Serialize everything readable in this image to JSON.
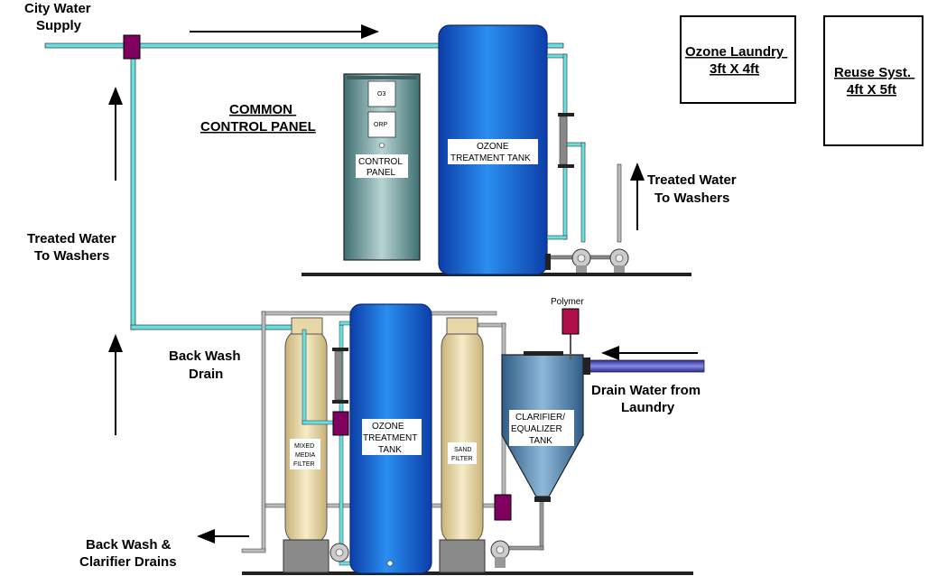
{
  "labels": {
    "city_water": [
      "City Water",
      "Supply"
    ],
    "common_panel": [
      "COMMON",
      "CONTROL PANEL"
    ],
    "treated_left": [
      "Treated Water",
      "To Washers"
    ],
    "treated_right": [
      "Treated Water",
      "To Washers"
    ],
    "back_wash_drain": [
      "Back Wash",
      "Drain"
    ],
    "back_wash_clarifier": [
      "Back Wash &",
      "Clarifier Drains"
    ],
    "drain_water": [
      "Drain Water from",
      "Laundry"
    ],
    "polymer": "Polymer"
  },
  "rooms": {
    "ozone_laundry": [
      "Ozone Laundry",
      "3ft X 4ft"
    ],
    "reuse_syst": [
      "Reuse Syst.",
      "4ft X 5ft"
    ]
  },
  "tanks": {
    "ozone_top": [
      "OZONE",
      "TREATMENT TANK"
    ],
    "ozone_bottom": [
      "OZONE",
      "TREATMENT",
      "TANK"
    ],
    "control_panel": [
      "CONTROL",
      "PANEL"
    ],
    "mixed_media": [
      "MIXED",
      "MEDIA",
      "FILTER"
    ],
    "sand": [
      "SAND",
      "FILTER"
    ],
    "clarifier": [
      "CLARIFIER/",
      "EQUALIZER",
      "TANK"
    ]
  },
  "panel_sensors": [
    "O3",
    "ORP"
  ],
  "colors": {
    "water_pipe": "#66e0e0",
    "ozone_tank": "#1e5fd0",
    "control_panel": "#6f9a9a",
    "filter": "#e8d8a8",
    "clarifier": "#4f7fa8",
    "valve": "#800060",
    "drain_pipe": "#2a2a9a"
  }
}
